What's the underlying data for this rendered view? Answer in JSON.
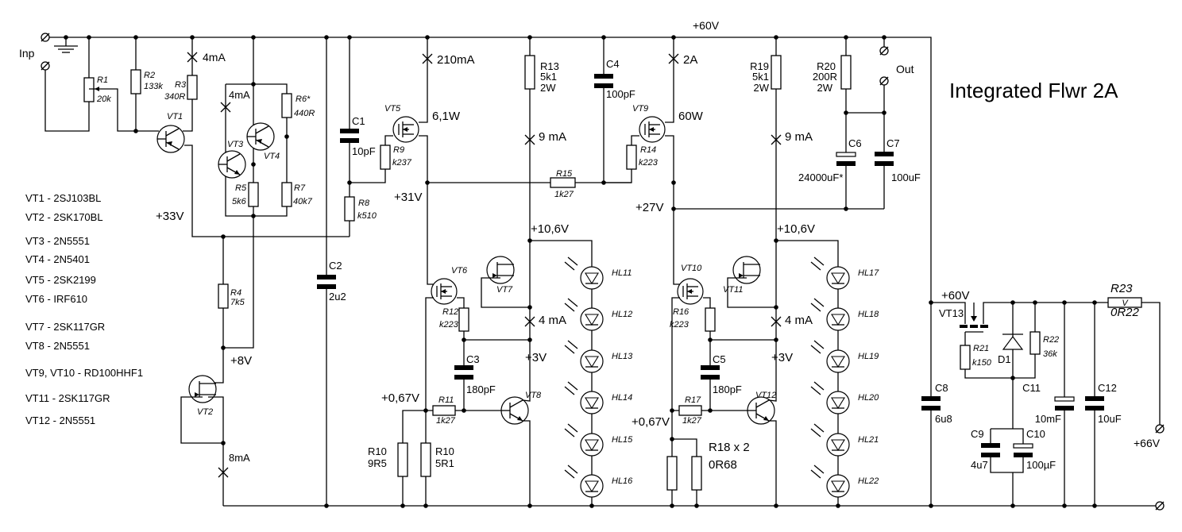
{
  "title": "Integrated Flwr 2A",
  "rail_label": "+60V",
  "terminals": {
    "input": "Inp",
    "output": "Out",
    "supply": "+66V"
  },
  "part_list": [
    "VT1 - 2SJ103BL",
    "VT2 - 2SK170BL",
    "VT3 - 2N5551",
    "VT4 - 2N5401",
    "VT5  - 2SK2199",
    "VT6  - IRF610",
    "VT7 - 2SK117GR",
    "VT8 - 2N5551",
    "VT9, VT10 - RD100HHF1",
    "VT11 - 2SK117GR",
    "VT12 - 2N5551"
  ],
  "components": {
    "R1": {
      "ref": "R1",
      "value": "20k"
    },
    "R2": {
      "ref": "R2",
      "value": "133k"
    },
    "R3": {
      "ref": "R3",
      "value": "340R"
    },
    "R4": {
      "ref": "R4",
      "value": "7k5"
    },
    "R5": {
      "ref": "R5",
      "value": "5k6"
    },
    "R6": {
      "ref": "R6*",
      "value": "440R"
    },
    "R7": {
      "ref": "R7",
      "value": "40k7"
    },
    "R8": {
      "ref": "R8",
      "value": "k510"
    },
    "R9": {
      "ref": "R9",
      "value": "k237"
    },
    "R10a": {
      "ref": "R10",
      "value": "9R5"
    },
    "R10b": {
      "ref": "R10",
      "value": "5R1"
    },
    "R11": {
      "ref": "R11",
      "value": "1k27"
    },
    "R12": {
      "ref": "R12",
      "value": "k223"
    },
    "R13": {
      "ref": "R13",
      "value": "5k1",
      "power": "2W"
    },
    "R14": {
      "ref": "R14",
      "value": "k223"
    },
    "R15": {
      "ref": "R15",
      "value": "1k27"
    },
    "R16": {
      "ref": "R16",
      "value": "k223"
    },
    "R17": {
      "ref": "R17",
      "value": "1k27"
    },
    "R18": {
      "ref": "R18 x 2",
      "value": "0R68"
    },
    "R19": {
      "ref": "R19",
      "value": "5k1",
      "power": "2W"
    },
    "R20": {
      "ref": "R20",
      "value": "200R",
      "power": "2W"
    },
    "R21": {
      "ref": "R21",
      "value": "k150"
    },
    "R22": {
      "ref": "R22",
      "value": "36k"
    },
    "R23": {
      "ref": "R23",
      "value": "0R22",
      "mark": "V"
    },
    "C1": {
      "ref": "C1",
      "value": "10pF"
    },
    "C2": {
      "ref": "C2",
      "value": "2u2"
    },
    "C3": {
      "ref": "C3",
      "value": "180pF"
    },
    "C4": {
      "ref": "C4",
      "value": "100pF"
    },
    "C5": {
      "ref": "C5",
      "value": "180pF"
    },
    "C6": {
      "ref": "C6",
      "value": "24000uF*"
    },
    "C7": {
      "ref": "C7",
      "value": "100uF"
    },
    "C8": {
      "ref": "C8",
      "value": "6u8"
    },
    "C9": {
      "ref": "C9",
      "value": "4u7"
    },
    "C10": {
      "ref": "C10",
      "value": "100µF"
    },
    "C11": {
      "ref": "C11",
      "value": "10mF"
    },
    "C12": {
      "ref": "C12",
      "value": "10uF"
    },
    "D1": {
      "ref": "D1"
    },
    "VT1": {
      "ref": "VT1"
    },
    "VT2": {
      "ref": "VT2"
    },
    "VT3": {
      "ref": "VT3"
    },
    "VT4": {
      "ref": "VT4"
    },
    "VT5": {
      "ref": "VT5"
    },
    "VT6": {
      "ref": "VT6"
    },
    "VT7": {
      "ref": "VT7"
    },
    "VT8": {
      "ref": "VT8"
    },
    "VT9": {
      "ref": "VT9"
    },
    "VT10": {
      "ref": "VT10"
    },
    "VT11": {
      "ref": "VT11"
    },
    "VT12": {
      "ref": "VT12"
    },
    "VT13": {
      "ref": "VT13"
    }
  },
  "leds_stage1": [
    "HL11",
    "HL12",
    "HL13",
    "HL14",
    "HL15",
    "HL16"
  ],
  "leds_stage2": [
    "HL17",
    "HL18",
    "HL19",
    "HL20",
    "HL21",
    "HL22"
  ],
  "annotations": {
    "i_vt1": "4mA",
    "i_vt3": "4mA",
    "i_vt2": "8mA",
    "i_vt5": "210mA",
    "p_vt5": "6,1W",
    "i_vt9": "2A",
    "p_vt9": "60W",
    "i_r13": "9 mA",
    "i_r19": "9 mA",
    "i_vt7": "4 mA",
    "i_vt11": "4 mA",
    "v_33": "+33V",
    "v_8": "+8V",
    "v_31": "+31V",
    "v_27": "+27V",
    "v_106a": "+10,6V",
    "v_106b": "+10,6V",
    "v_3a": "+3V",
    "v_3b": "+3V",
    "v_067a": "+0,67V",
    "v_067b": "+0,67V",
    "v_60b": "+60V"
  }
}
